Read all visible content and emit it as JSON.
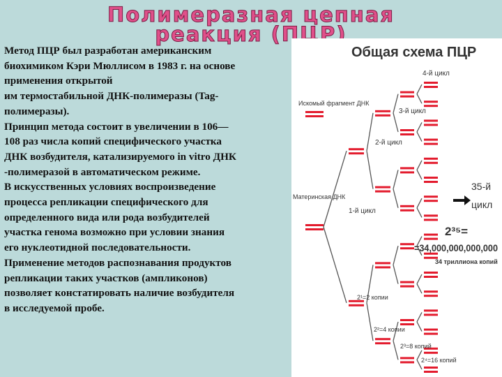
{
  "title": {
    "line1": "Полимеразная цепная",
    "line2": "реакция (ПЦР)"
  },
  "body_lines": [
    "Метод ПЦР был разработан американским",
    "биохимиком Кэри Мюллисом в 1983 г. на основе",
    "применения открытой",
    "им термостабильной ДНК-полимеразы (Tag-",
    "полимеразы).",
    "Принцип метода состоит в увеличении в 106—",
    "108 раз числа копий специфического участка",
    "ДНК возбудителя, катализируемого in vitro ДНК",
    "-полимеразой в автоматическом режиме.",
    "В искусственных условиях воспроизведение",
    "процесса репликации специфического для",
    "определенного вида или рода возбудителей",
    "участка генома возможно при условии знания",
    "его нуклеотидной последовательности.",
    "Применение методов распознавания продуктов",
    "репликации таких участков (ампликонов)",
    "позволяет констатировать наличие возбудителя",
    "в исследуемой пробе."
  ],
  "scheme": {
    "title": "Общая схема ПЦР",
    "cycle4": "4-й цикл",
    "cycle3": "3-й цикл",
    "cycle2": "2-й цикл",
    "cycle1": "1-й цикл",
    "target_fragment": "Искомый фрагмент ДНК",
    "parent_dna": "Материнская ДНК",
    "cycles35_line1": "35-й",
    "cycles35_line2": "цикл",
    "power_expr": "2³⁵=",
    "big_number": "=34,000,000,000,000",
    "trillion_note": "34 триллиона копий",
    "copies2": "2¹=2 копии",
    "copies4": "2²=4 копии",
    "copies8": "2³=8 копий",
    "copies16": "2⁴=16 копий",
    "colors": {
      "strand_red": "#e31b2d",
      "line": "#555555",
      "arrow": "#111111"
    }
  }
}
